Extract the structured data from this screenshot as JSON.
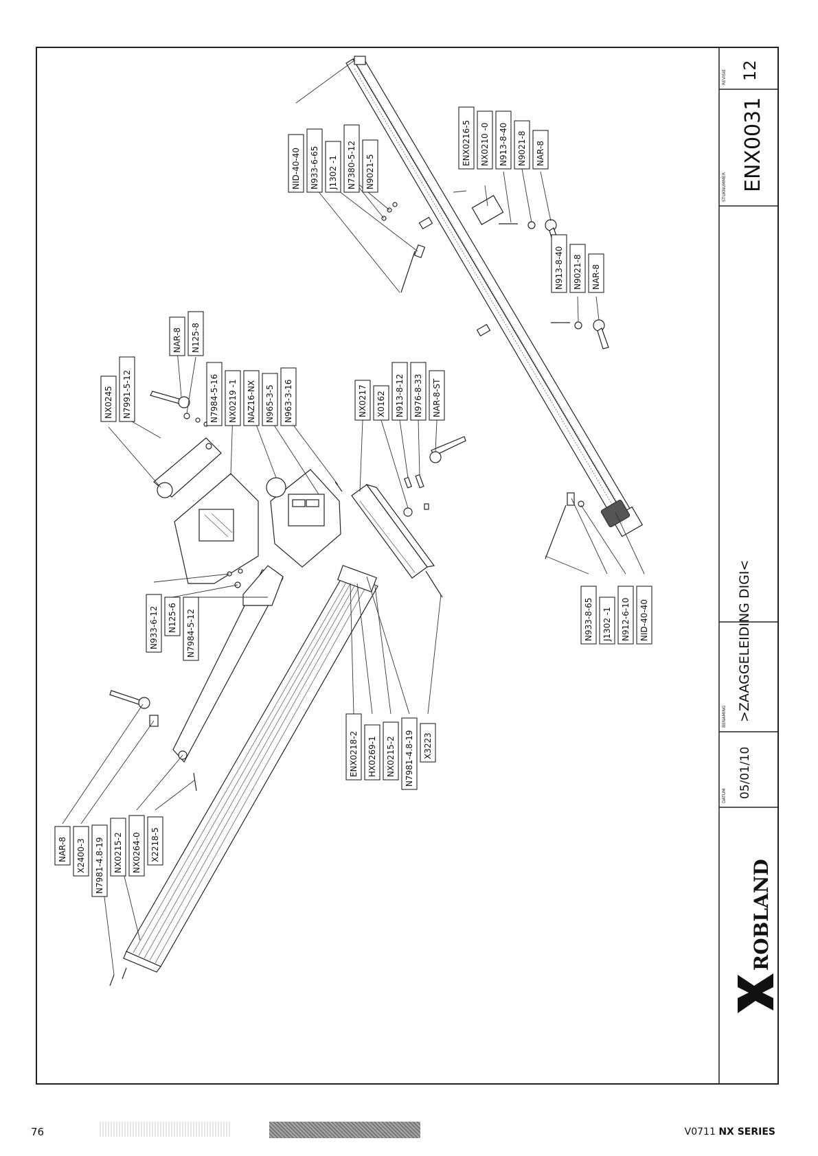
{
  "title_block": {
    "brand": "ROBLAND",
    "datum_label": "DATUM",
    "datum": "05/01/10",
    "benaming_label": "BENAMING",
    "benaming": ">ZAAGGELEIDING DIGI<",
    "stuknummer_label": "STUKNUMMER",
    "stuknummer": "ENX0031",
    "revisie_label": "REVISIE",
    "revisie": "12"
  },
  "labels": {
    "g1": [
      "NID-40-40",
      "N933-6-65",
      "J1302 -1",
      "N7380-5-12",
      "N9021-5"
    ],
    "g2": [
      "ENX0216-5",
      "NX0210 -0",
      "N913-8-40",
      "N9021-8",
      "NAR-8"
    ],
    "g3": [
      "N913-8-40",
      "N9021-8",
      "NAR-8"
    ],
    "g4": [
      "NX0245",
      "N7991-5-12"
    ],
    "g5": [
      "NAR-8",
      "N125-8"
    ],
    "g6": [
      "N7984-5-16",
      "NX0219 -1",
      "NAZ16-NX",
      "N965-3-5",
      "N963-3-16"
    ],
    "g7": [
      "NX0217",
      "X0162",
      "N913-8-12",
      "N976-8-33",
      "NAR-8-ST"
    ],
    "g8": [
      "N933-8-65",
      "J1302 -1",
      "N912-6-10",
      "NID-40-40"
    ],
    "g9": [
      "N933-6-12",
      "N125-6",
      "N7984-5-12"
    ],
    "g10": [
      "ENX0218-2",
      "HX0269-1",
      "NX0215-2",
      "N7981-4.8-19",
      "X3223"
    ],
    "g11": [
      "NAR-8",
      "X2400-3",
      "N7981-4.8-19",
      "NX0215-2",
      "NX0264-0",
      "X2218-5"
    ]
  },
  "footer": {
    "page_number": "76",
    "doc_code": "V0711",
    "series": "NX SERIES"
  }
}
